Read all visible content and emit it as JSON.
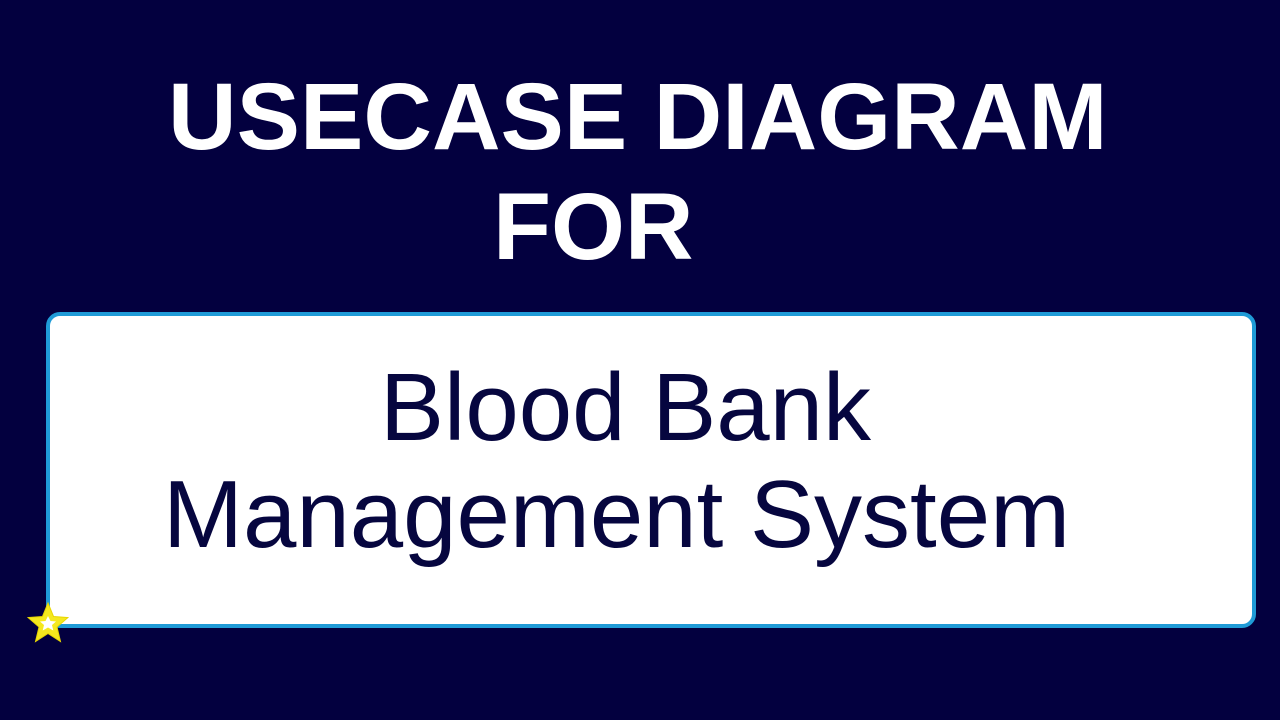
{
  "slide": {
    "title_line1": "USECASE DIAGRAM",
    "title_line2": "FOR",
    "subtitle_line1": "Blood Bank",
    "subtitle_line2": "Management System",
    "decoration": "star-icon",
    "colors": {
      "background": "#03003f",
      "title_text": "#ffffff",
      "box_fill": "#ffffff",
      "box_border": "#1f9bd7",
      "subtitle_text": "#06063f",
      "star": "#f5e81e"
    }
  }
}
